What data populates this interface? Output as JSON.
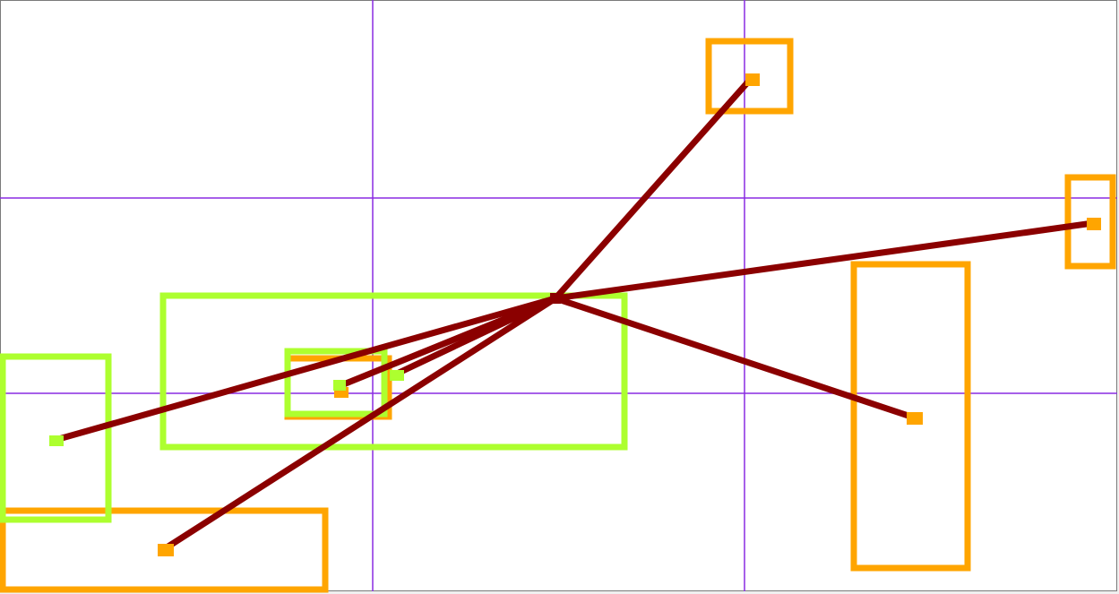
{
  "colors": {
    "background": "#ffffff",
    "frame": "#7a7a7a",
    "window_bg": "#f0f0f0",
    "grid_line": "#8a2be2",
    "orange_box": "#ffa500",
    "green_box": "#adff2f",
    "connector": "#8b0000"
  },
  "diagram": {
    "grid_divisions": {
      "columns": 3,
      "rows": 3
    },
    "hub_label": "",
    "orange_boxes": [
      "box-a",
      "box-b",
      "box-c",
      "box-d",
      "box-e"
    ],
    "green_boxes": [
      "box-f",
      "box-g",
      "box-h"
    ],
    "connector_count": 7
  }
}
